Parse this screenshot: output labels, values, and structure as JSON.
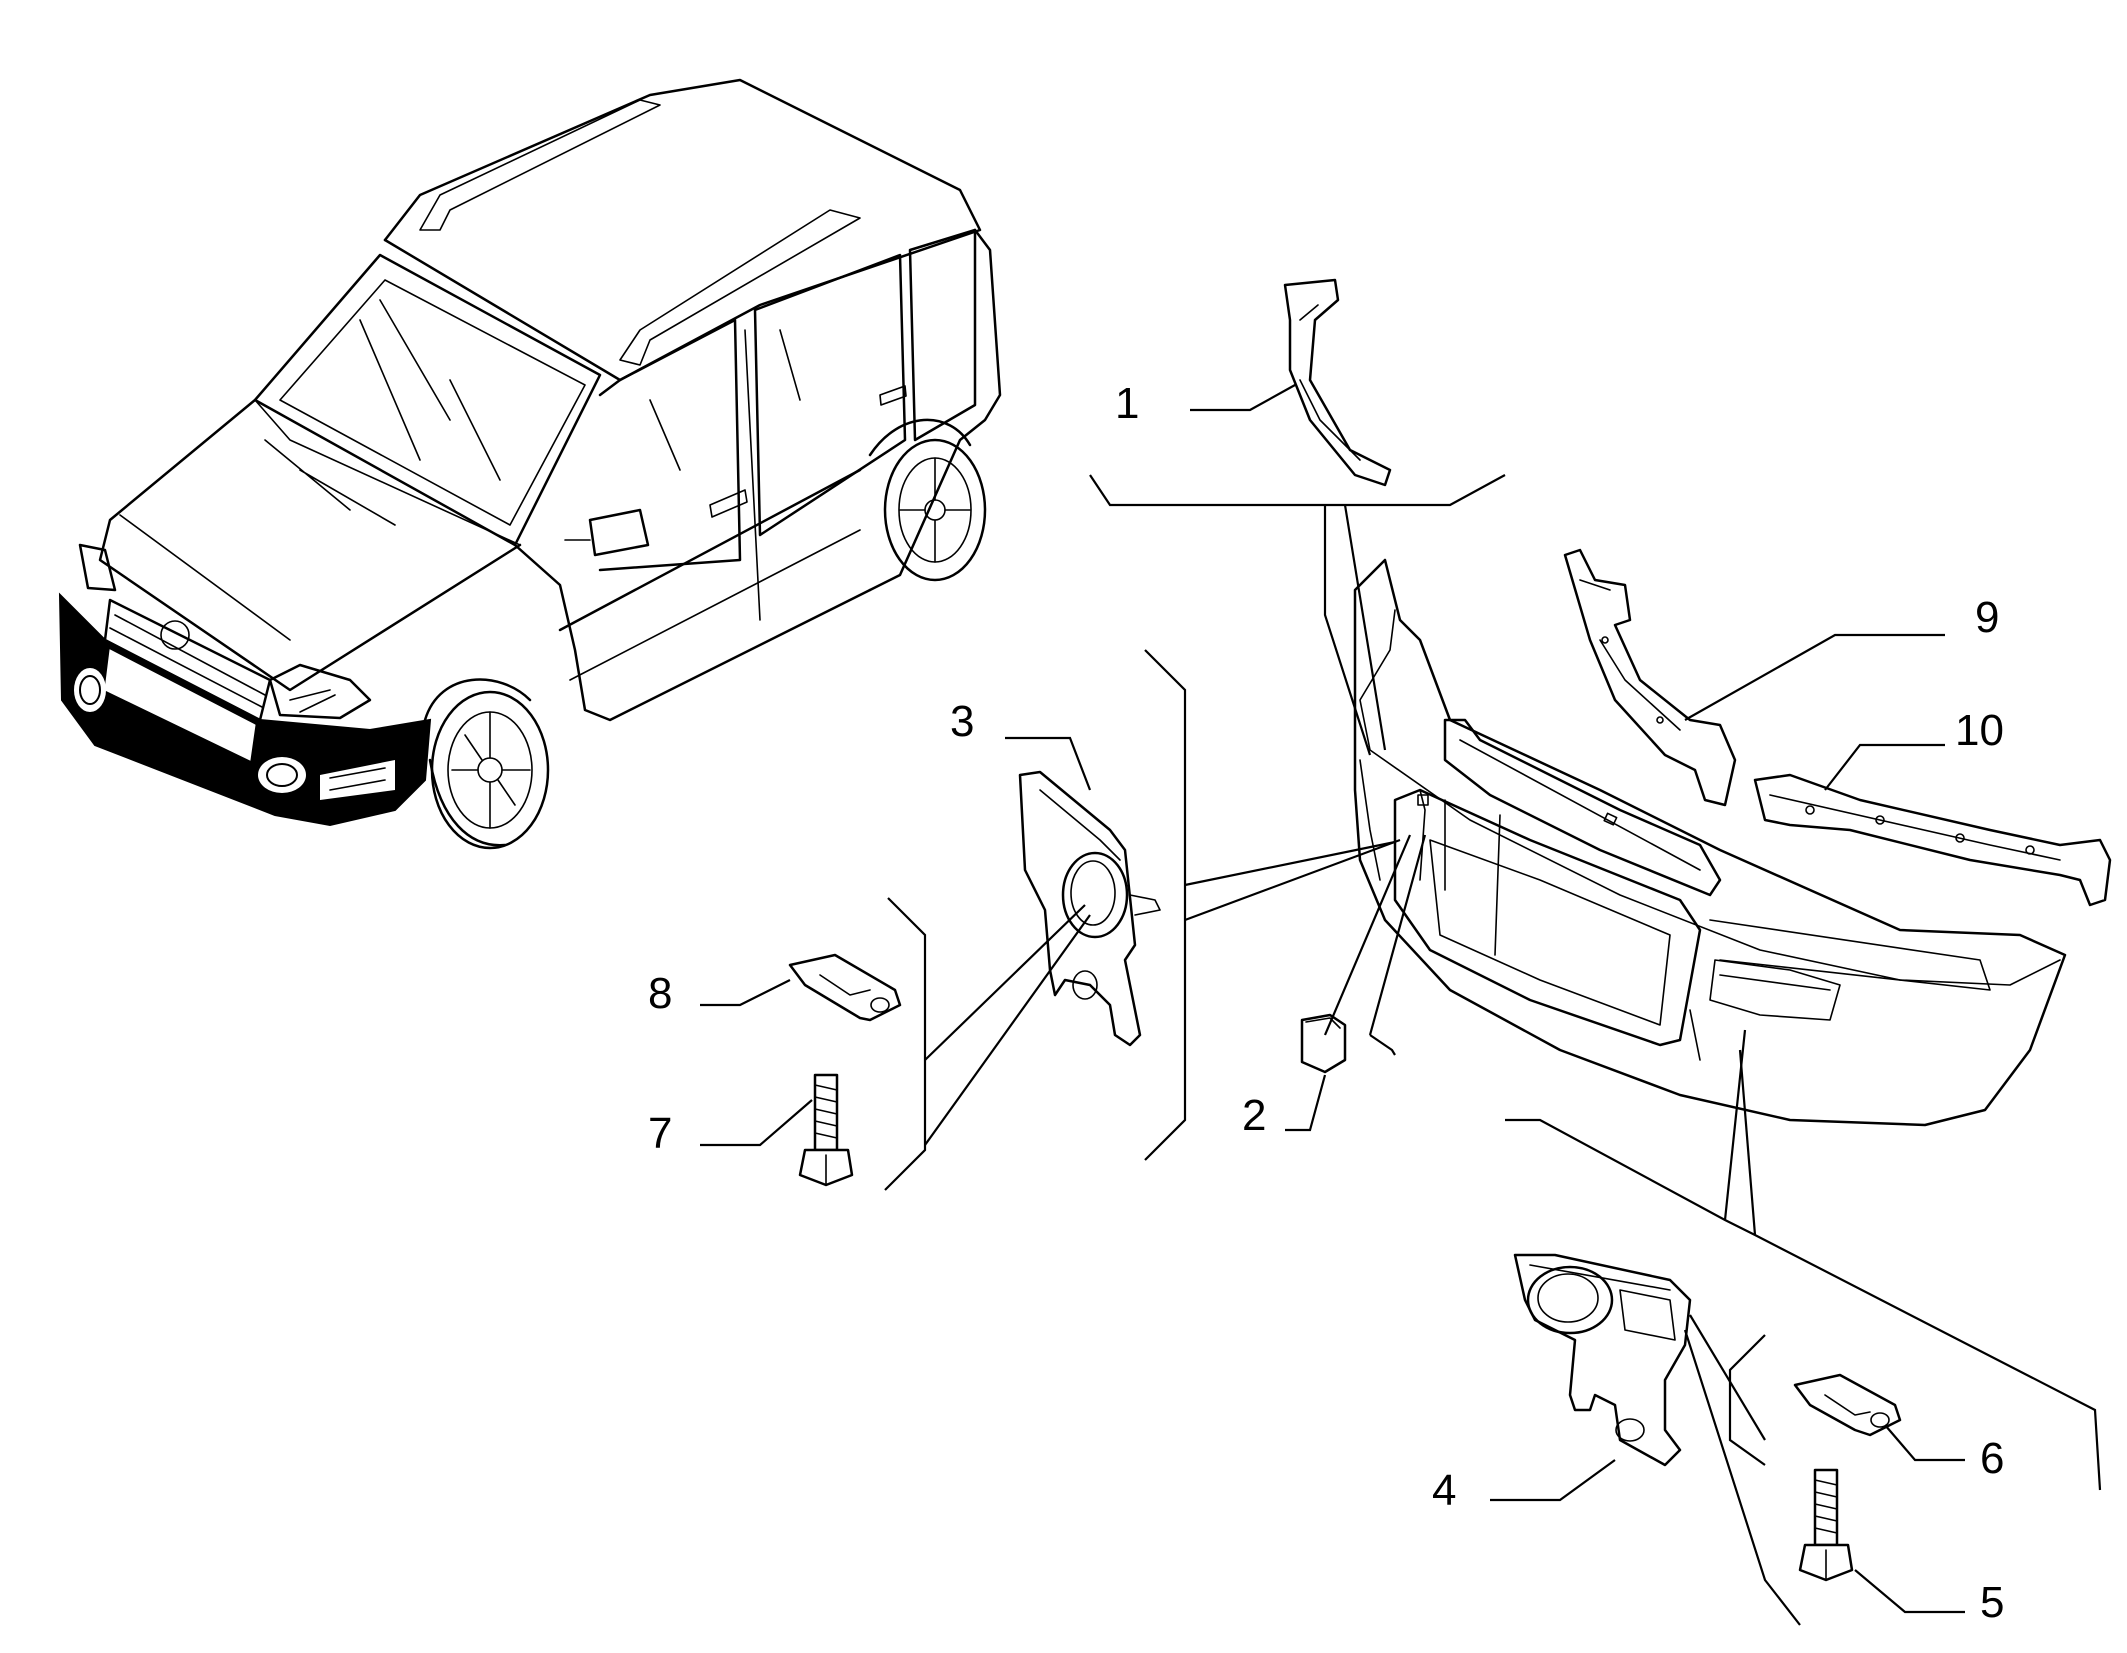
{
  "diagram": {
    "type": "exploded-parts-view",
    "callouts": [
      "1",
      "2",
      "3",
      "4",
      "5",
      "6",
      "7",
      "8",
      "9",
      "10"
    ],
    "colors": {
      "line": "#000000",
      "background": "#ffffff",
      "highlighted_part": "#000000"
    }
  }
}
